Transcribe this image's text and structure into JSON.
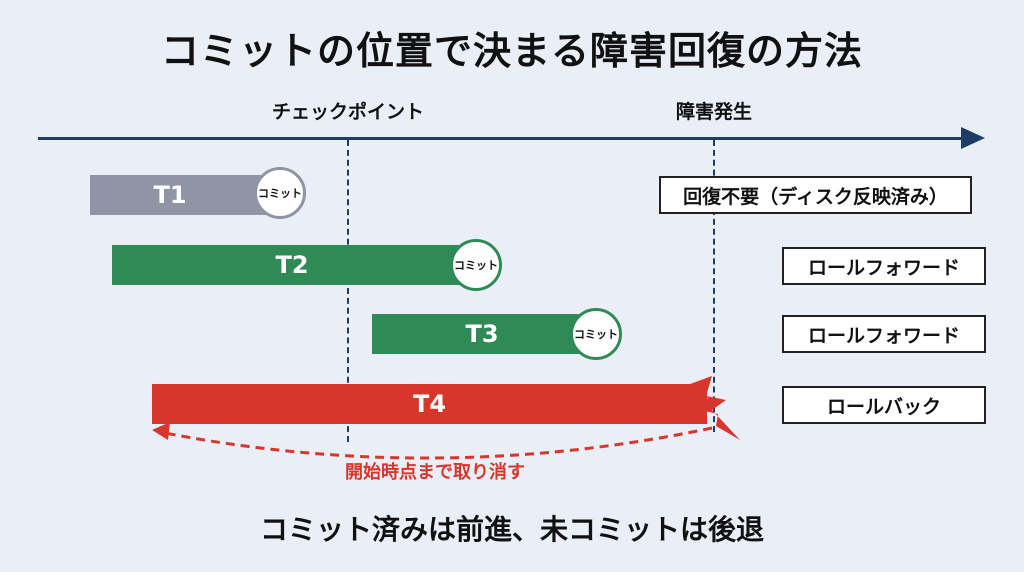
{
  "title": "コミットの位置で決まる障害回復の方法",
  "markers": {
    "checkpoint": "チェックポイント",
    "failure": "障害発生"
  },
  "transactions": [
    {
      "name": "T1",
      "commit_label": "コミット",
      "result": "回復不要（ディスク反映済み）"
    },
    {
      "name": "T2",
      "commit_label": "コミット",
      "result": "ロールフォワード"
    },
    {
      "name": "T3",
      "commit_label": "コミット",
      "result": "ロールフォワード"
    },
    {
      "name": "T4",
      "commit_label": "",
      "result": "ロールバック"
    }
  ],
  "rollback_note": "開始時点まで取り消す",
  "footer": "コミット済みは前進、未コミットは後退",
  "colors": {
    "timeline": "#1d3d66",
    "committed_before_checkpoint": "#8f95a5",
    "committed_after_checkpoint": "#2f8a55",
    "uncommitted": "#d9362b",
    "background": "#e9eef7"
  },
  "icons": {
    "failure": "lightning-bolt-icon"
  }
}
